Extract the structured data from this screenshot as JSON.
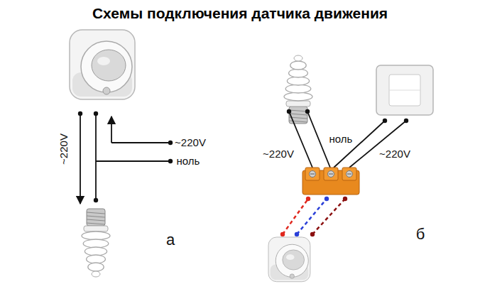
{
  "diagram": {
    "title": "Схемы подключения датчика движения",
    "labels": [
      "~220V",
      "~220V",
      "ноль",
      "а",
      "~220V",
      "ноль",
      "~220V",
      "б"
    ]
  }
}
